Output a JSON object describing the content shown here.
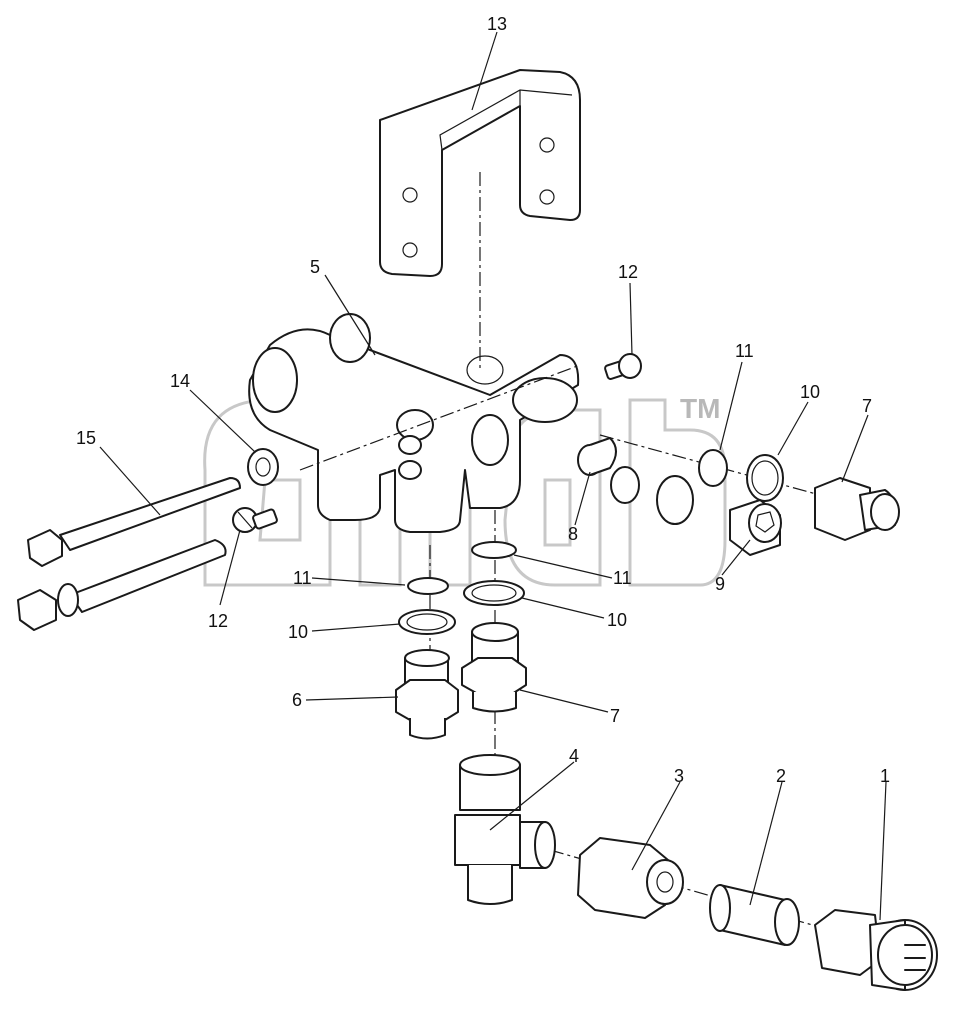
{
  "watermark": {
    "trademark": "TM"
  },
  "callouts": [
    {
      "id": "label-13",
      "text": "13"
    },
    {
      "id": "label-5",
      "text": "5"
    },
    {
      "id": "label-12-top",
      "text": "12"
    },
    {
      "id": "label-11-right",
      "text": "11"
    },
    {
      "id": "label-10-right",
      "text": "10"
    },
    {
      "id": "label-7-right",
      "text": "7"
    },
    {
      "id": "label-14",
      "text": "14"
    },
    {
      "id": "label-15",
      "text": "15"
    },
    {
      "id": "label-8",
      "text": "8"
    },
    {
      "id": "label-9",
      "text": "9"
    },
    {
      "id": "label-11-left",
      "text": "11"
    },
    {
      "id": "label-11-mid",
      "text": "11"
    },
    {
      "id": "label-12-left",
      "text": "12"
    },
    {
      "id": "label-10-left",
      "text": "10"
    },
    {
      "id": "label-10-mid",
      "text": "10"
    },
    {
      "id": "label-6",
      "text": "6"
    },
    {
      "id": "label-7-bottom",
      "text": "7"
    },
    {
      "id": "label-4",
      "text": "4"
    },
    {
      "id": "label-3",
      "text": "3"
    },
    {
      "id": "label-2",
      "text": "2"
    },
    {
      "id": "label-1",
      "text": "1"
    }
  ],
  "colors": {
    "line": "#1a1a1a",
    "watermark": "#c8c8c8",
    "background": "#ffffff"
  }
}
